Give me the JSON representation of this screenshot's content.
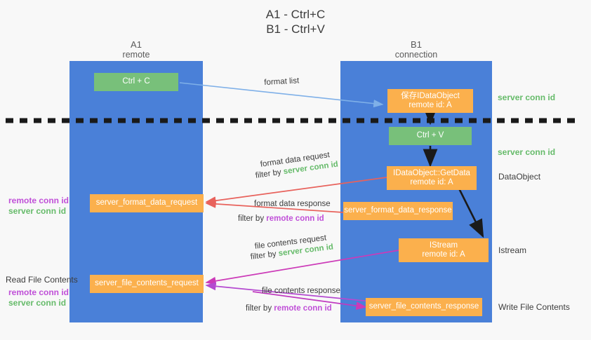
{
  "title": {
    "line1": "A1 - Ctrl+C",
    "line2": "B1 - Ctrl+V"
  },
  "lanes": [
    {
      "name": "A1",
      "sub": "remote"
    },
    {
      "name": "B1",
      "sub": "connection"
    }
  ],
  "boxes": {
    "ctrl_c": "Ctrl + C",
    "ctrl_v": "Ctrl + V",
    "save_idataobject_l1": "保存IDataObject",
    "save_idataobject_l2": "remote id: A",
    "getdata_l1": "IDataObject::GetData",
    "getdata_l2": "remote id: A",
    "istream_l1": "IStream",
    "istream_l2": "remote id: A",
    "format_data_request": "server_format_data_request",
    "format_data_response": "server_format_data_response",
    "file_contents_request": "server_file_contents_request",
    "file_contents_response": "server_file_contents_response"
  },
  "edges": {
    "format_list": "format list",
    "format_data_request": "format data request",
    "format_data_request_filter_pre": "filter by ",
    "format_data_request_filter_key": "server conn id",
    "format_data_response": "format data response",
    "format_data_response_filter_pre": "filter by ",
    "format_data_response_filter_key": "remote conn id",
    "file_contents_request": "file contents request",
    "file_contents_request_filter_pre": "filter by ",
    "file_contents_request_filter_key": "server conn id",
    "file_contents_response": "file contents response",
    "file_contents_response_filter_pre": "filter by ",
    "file_contents_response_filter_key": "remote conn id"
  },
  "annotations": {
    "right_server_conn_id_1": "server conn id",
    "right_server_conn_id_2": "server conn id",
    "right_dataobject": "DataObject",
    "right_istream": "Istream",
    "right_write_file_contents": "Write File Contents",
    "left_remote_conn_id_1": "remote conn id",
    "left_server_conn_id_1": "server conn id",
    "left_read_file_contents": "Read File Contents",
    "left_remote_conn_id_2": "remote conn id",
    "left_server_conn_id_2": "server conn id"
  },
  "colors": {
    "lane_blue": "#4a80d8",
    "box_green": "#78c07a",
    "box_orange": "#fbb04d",
    "arrow_red": "#e8625c",
    "arrow_magenta": "#cc3ab8",
    "arrow_purple": "#b44ad0",
    "arrow_blue": "#7fb0e8",
    "arrow_black": "#1a1a1a",
    "text_green": "#66bb6a",
    "text_purple": "#c050d8",
    "background": "#f8f8f8"
  }
}
